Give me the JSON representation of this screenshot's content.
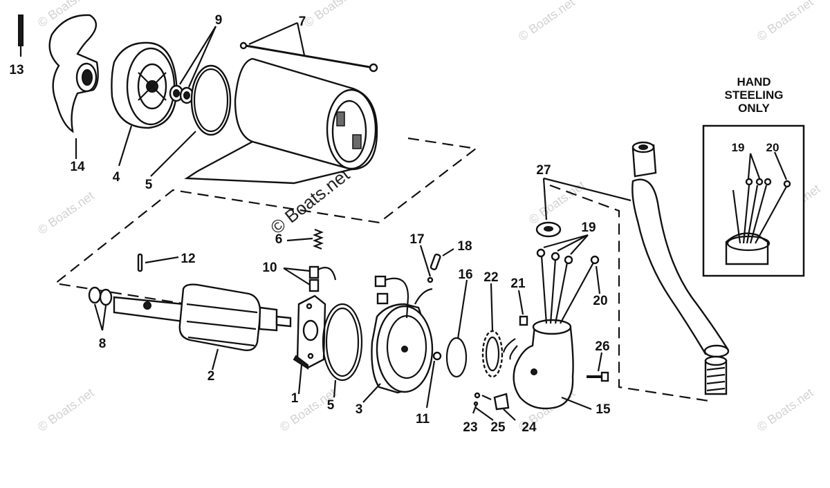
{
  "diagram": {
    "callouts": {
      "c1": "1",
      "c2": "2",
      "c3": "3",
      "c4": "4",
      "c5a": "5",
      "c5b": "5",
      "c6": "6",
      "c7": "7",
      "c8": "8",
      "c9": "9",
      "c10": "10",
      "c11": "11",
      "c12": "12",
      "c13": "13",
      "c14": "14",
      "c15": "15",
      "c16": "16",
      "c17": "17",
      "c18": "18",
      "c19": "19",
      "c20": "20",
      "c21": "21",
      "c22": "22",
      "c23": "23",
      "c24": "24",
      "c25": "25",
      "c26": "26",
      "c27": "27"
    },
    "inset": {
      "title_line1": "HAND",
      "title_line2": "STEELING",
      "title_line3": "ONLY",
      "label19": "19",
      "label20": "20"
    },
    "watermark": "© Boats.net"
  }
}
